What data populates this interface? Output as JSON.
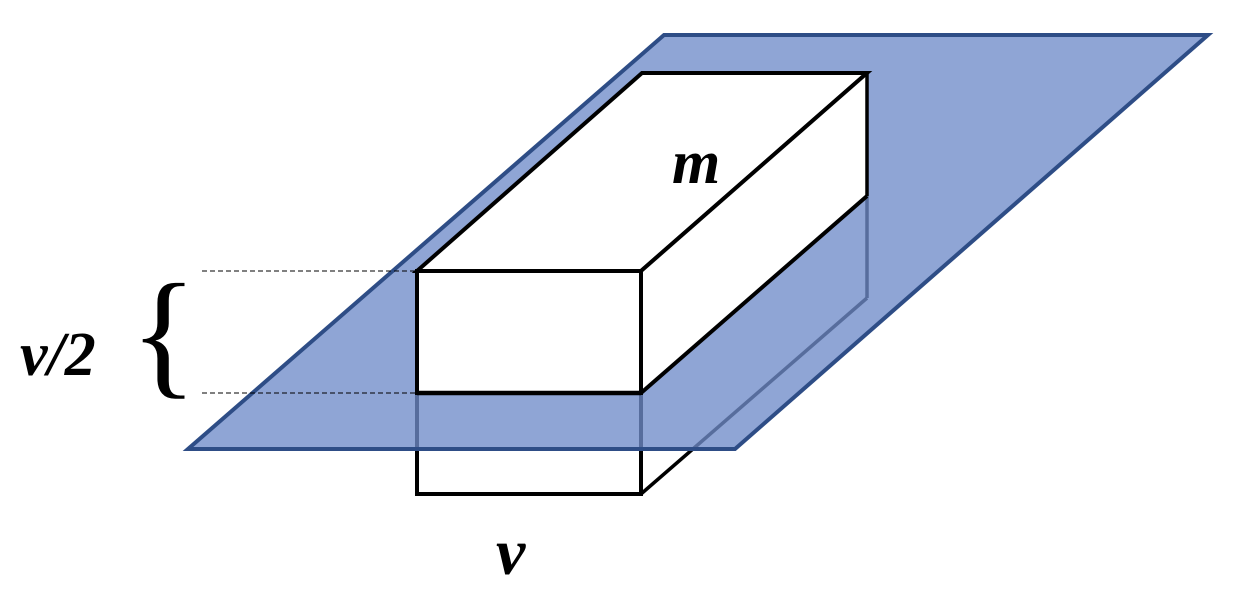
{
  "labels": {
    "top_face": "m",
    "bottom_edge": "v",
    "height_marker": "v/2",
    "brace": "{"
  },
  "colors": {
    "plane_fill": "#8EA6D6",
    "plane_stroke": "#2E4D86",
    "box_stroke": "#000000",
    "box_fill": "#FFFFFF"
  }
}
